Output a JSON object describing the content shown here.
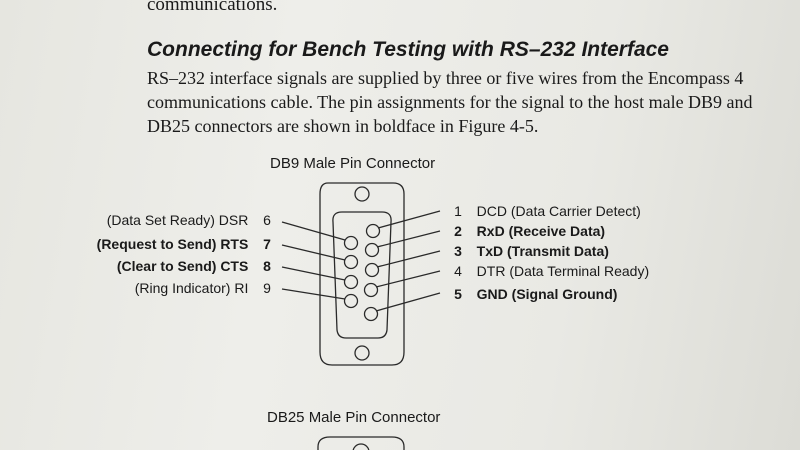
{
  "doc": {
    "top_line": "communications.",
    "section_heading": "Connecting for Bench Testing with RS–232 Interface",
    "paragraph_lines": [
      "RS–232 interface signals are supplied by three or five wires from the Encompass 4",
      "communications cable. The pin assignments for the signal to the host male DB9 and",
      "DB25 connectors are shown in boldface in Figure 4-5."
    ]
  },
  "db9": {
    "title": "DB9 Male Pin Connector",
    "left_pins": [
      {
        "label": "(Data Set Ready) DSR",
        "num": "6",
        "bold": false
      },
      {
        "label": "(Request to Send) RTS",
        "num": "7",
        "bold": true
      },
      {
        "label": "(Clear to Send) CTS",
        "num": "8",
        "bold": true
      },
      {
        "label": "(Ring Indicator) RI",
        "num": "9",
        "bold": false
      }
    ],
    "right_pins": [
      {
        "num": "1",
        "label": "DCD (Data Carrier Detect)",
        "bold": false
      },
      {
        "num": "2",
        "label": "RxD (Receive Data)",
        "bold": true
      },
      {
        "num": "3",
        "label": "TxD (Transmit Data)",
        "bold": true
      },
      {
        "num": "4",
        "label": "DTR (Data Terminal Ready)",
        "bold": false
      },
      {
        "num": "5",
        "label": "GND (Signal Ground)",
        "bold": true
      }
    ]
  },
  "db25": {
    "title": "DB25 Male Pin Connector"
  }
}
